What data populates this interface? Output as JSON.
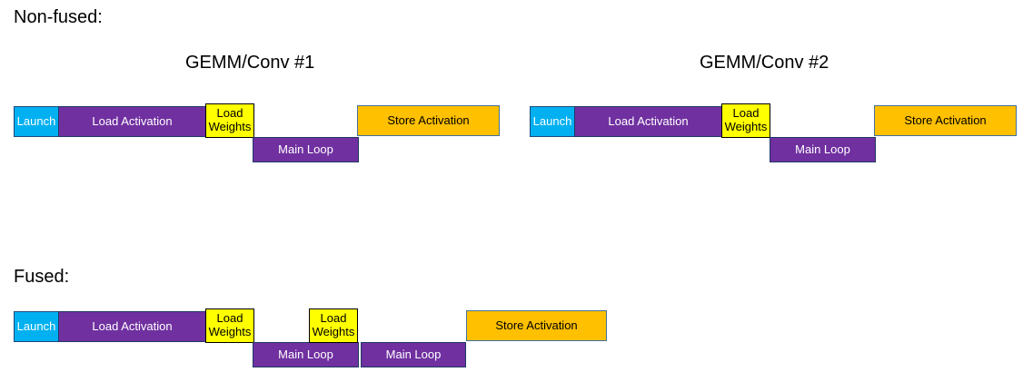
{
  "sections": {
    "non_fused": {
      "heading": "Non-fused:"
    },
    "fused": {
      "heading": "Fused:"
    }
  },
  "groups": {
    "g1_title": "GEMM/Conv #1",
    "g2_title": "GEMM/Conv #2"
  },
  "labels": {
    "launch": "Launch",
    "load_activation": "Load Activation",
    "load_weights": "Load Weights",
    "main_loop": "Main Loop",
    "store_activation": "Store Activation"
  },
  "palette": {
    "launch_fill": "#00B0F0",
    "launch_border": "#1F497D",
    "purple_fill": "#7030A0",
    "purple_border": "#1F3864",
    "yellow_fill": "#FFFF00",
    "yellow_border": "#000000",
    "orange_fill": "#FFC000",
    "orange_border": "#41719C",
    "text_on_dark": "#FFFFFF",
    "text_on_light": "#000000"
  }
}
